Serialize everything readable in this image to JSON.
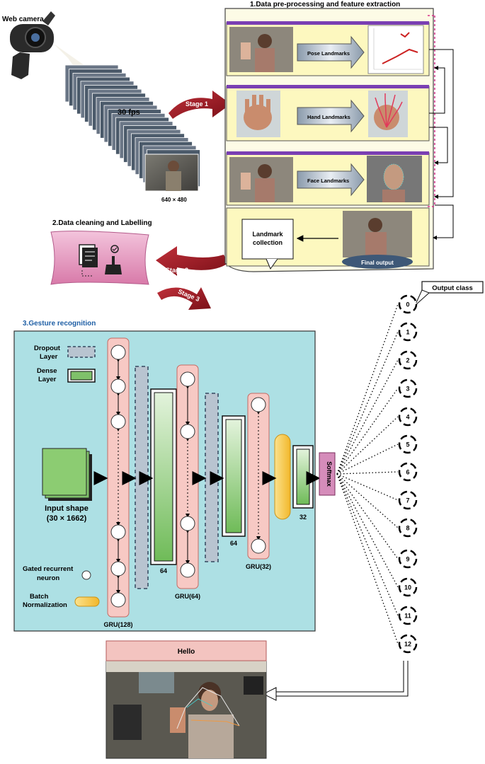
{
  "webcam": {
    "label": "Web camera",
    "fps": "30 fps",
    "resolution": "640 × 480"
  },
  "section1": {
    "title": "1.Data pre-processing and feature extraction",
    "pose": "Pose Landmarks",
    "hand": "Hand Landmarks",
    "face": "Face Landmarks",
    "collection": "Landmark collection",
    "final": "Final output"
  },
  "section2": {
    "title": "2.Data cleaning and Labelling"
  },
  "stages": {
    "s1": "Stage 1",
    "s2": "Stage 2",
    "s3": "Stage 3"
  },
  "section3": {
    "title": "3.Gesture recognition",
    "legend_dropout": "Dropout Layer",
    "legend_dense": "Dense Layer",
    "legend_gru": "Gated recurrent neuron",
    "legend_bn": "Batch Normalization",
    "input_shape": "Input shape",
    "input_dims": "(30 × 1662)",
    "gru128": "GRU(128)",
    "gru64": "GRU(64)",
    "gru32": "GRU(32)",
    "dense64a": "64",
    "dense64b": "64",
    "dense32": "32",
    "softmax": "Softmax"
  },
  "output": {
    "title": "Output class",
    "classes": [
      "0",
      "1",
      "2",
      "3",
      "4",
      "5",
      "6",
      "7",
      "8",
      "9",
      "10",
      "11",
      "12"
    ],
    "result_label": "Hello"
  },
  "colors": {
    "panel": "#ade0e4",
    "gru": "#f7c9c4",
    "dense": "#7fc16a",
    "dropout": "#b8c4d0",
    "bn": "#f5c445",
    "yellow_box": "#fdf8bf",
    "purple": "#7a3fb3",
    "stage_arrow": "#9a1a22",
    "softmax": "#d58cba"
  }
}
